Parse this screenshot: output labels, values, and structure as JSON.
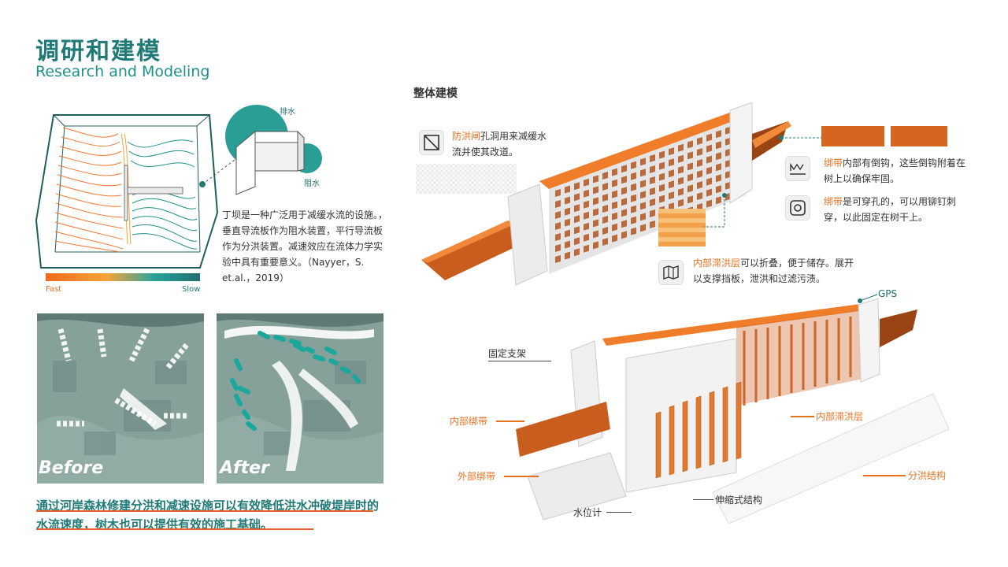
{
  "header": {
    "title_cn": "调研和建模",
    "title_en": "Research and Modeling"
  },
  "research": {
    "flow_labels": {
      "drain": "排水",
      "block": "阻水"
    },
    "description": "丁坝是一种广泛用于减缓水流的设施。，垂直导流板作为阻水装置，平行导流板作为分洪装置。减速效应在流体力学实验中具有重要意义。（Nayyer，S. et.al.，2019）",
    "legend": {
      "fast": "Fast",
      "slow": "Slow"
    },
    "maps": {
      "before": "Before",
      "after": "After"
    },
    "caption": "通过河岸森林修建分洪和减速设施可以有效降低洪水冲破堤岸时的水流速度，树木也可以提供有效的施工基础。"
  },
  "modeling": {
    "section_title": "整体建模",
    "notes": [
      {
        "icon": "gate-icon",
        "highlight": "防洪闸",
        "text": "孔洞用来减缓水流并使其改道。"
      },
      {
        "icon": "hook-icon",
        "highlight": "绑带",
        "text": "内部有倒钩，这些倒钩附着在树上以确保牢固。"
      },
      {
        "icon": "rivet-icon",
        "highlight": "绑带",
        "text": "是可穿孔的，可以用铆钉刺穿，以此固定在树干上。"
      },
      {
        "icon": "fold-map-icon",
        "highlight": "内部滞洪层",
        "text": "可以折叠，便于储存。展开以支撑挡板，泄洪和过滤污渍。"
      }
    ],
    "callouts": {
      "gps": "GPS",
      "fixed_bracket": "固定支架",
      "inner_strap": "内部绑带",
      "outer_strap": "外部绑带",
      "water_gauge": "水位计",
      "telescopic": "伸缩式结构",
      "inner_detention": "内部滞洪层",
      "diversion": "分洪结构"
    },
    "colors": {
      "accent_orange": "#e8711f",
      "accent_teal": "#1f7a78"
    }
  }
}
